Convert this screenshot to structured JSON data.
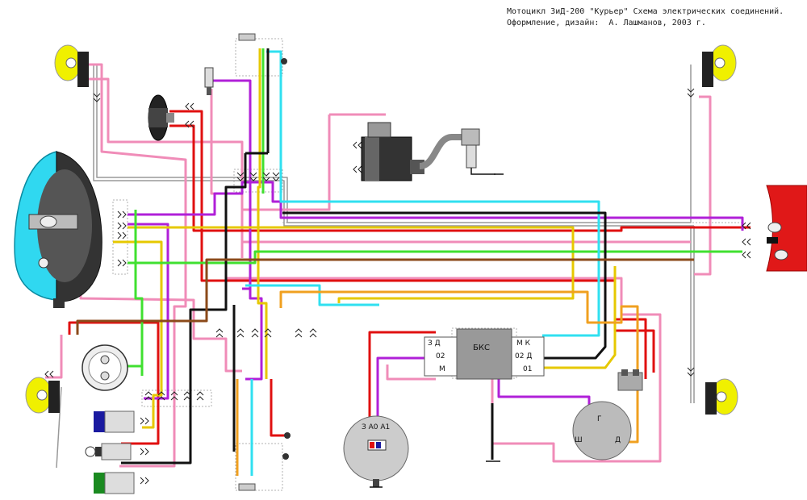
{
  "title": {
    "line1": "Мотоцикл ЗиД-200 \"Курьер\" Схема электрических соединений.",
    "line2": "Оформление, дизайн:  А. Лашманов, 2003 г."
  },
  "labels": {
    "bks": "БКС",
    "bks_left_top": "З Д",
    "bks_left_mid": "02",
    "bks_left_bot": "М",
    "bks_right_top": "М К",
    "bks_right_mid": "02 Д",
    "bks_right_bot": "01",
    "generator_pins": "З А0 А1",
    "regulator_top": "Г",
    "regulator_left": "Ш",
    "regulator_right": "Д"
  },
  "colors": {
    "red": "#e01010",
    "pink": "#f08cb8",
    "purple": "#b020d8",
    "yellow": "#e6c800",
    "green": "#40e030",
    "cyan": "#30e0f0",
    "black": "#111111",
    "brown": "#8b4a1a",
    "orange": "#f0a020",
    "grey_dash": "#a0a0a0",
    "lamp_yellow": "#f0f000",
    "headlight_cyan": "#30d8f0",
    "taillight_red": "#e01818"
  },
  "icons": {
    "headlight": "headlight-icon",
    "turn_signal_fl": "turn-signal-icon",
    "turn_signal_fr": "turn-signal-icon",
    "turn_signal_rl": "turn-signal-icon",
    "turn_signal_rr": "turn-signal-icon",
    "horn": "horn-icon",
    "spark_plug": "spark-plug-icon",
    "ignition_coil": "ignition-coil-icon",
    "taillight": "taillight-icon",
    "generator": "generator-icon",
    "regulator": "regulator-icon",
    "ignition_switch": "ignition-switch-icon",
    "bks_block": "bks-block-icon"
  }
}
